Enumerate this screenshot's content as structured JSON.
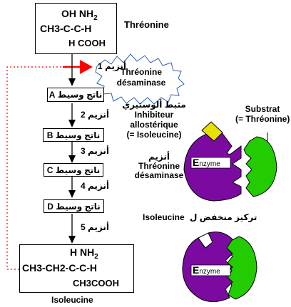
{
  "molecules": {
    "threonine": {
      "row1": "OH  NH",
      "sub1": "2",
      "row2": "CH3-C-C-H",
      "row3": "H    COOH",
      "name": "Thréonine"
    },
    "isoleucine": {
      "row1": "H   NH",
      "sub1": "2",
      "row2": "CH3-CH2-C-C-H",
      "row3": "CH3COOH",
      "name": "Isoleucine"
    }
  },
  "enzymes": {
    "e1": "أنزيم 1",
    "e2": "أنزيم 2",
    "e3": "أنزيم 3",
    "e4": "أنزيم 4",
    "e5": "أنزيم 5"
  },
  "starburst": {
    "line1": "Thréonine",
    "line2": "désaminase"
  },
  "intermediates": {
    "a": "ناتج وسيط A",
    "b": "ناتج وسيط B",
    "c": "ناتج وسيط C",
    "d": "ناتج وسيط D"
  },
  "inhibitor": {
    "arabic": "مثبط ألوستيري",
    "line1": "Inhibiteur",
    "line2": "allostérique",
    "line3": "(= Isoleucine)"
  },
  "substrate": {
    "line1": "Substrat",
    "line2": "(= Thréonine)"
  },
  "enzyme_label": {
    "arabic": "أنزيم",
    "line1": "Thréonine",
    "line2": "désaminase"
  },
  "low_conc": {
    "latin": "Isoleucine",
    "arabic": "تركيز منخفض ل"
  },
  "enzyme_word": {
    "cap": "E",
    "rest": "nzyme"
  },
  "colors": {
    "enzyme": "#7a0aa0",
    "substrate": "#22cc00",
    "inhibitor": "#e8e000",
    "arrow_red": "#ff0000",
    "dotted": "#ff0000"
  }
}
